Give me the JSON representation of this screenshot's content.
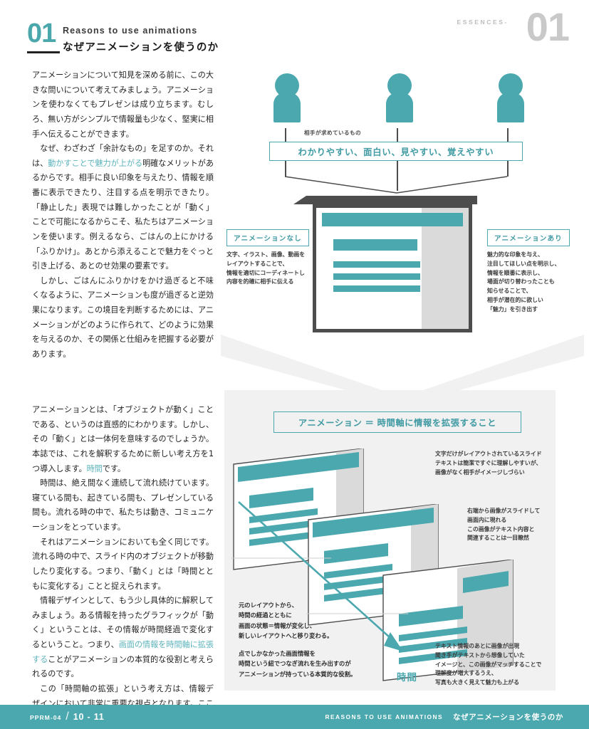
{
  "header": {
    "number": "01",
    "title_en": "Reasons to use animations",
    "title_ja": "なぜアニメーションを使うのか",
    "essences_label": "ESSENCES-",
    "essences_number": "01"
  },
  "colors": {
    "teal": "#4ba8af",
    "teal_text": "#3f9aa3",
    "highlight": "#5bb3bb",
    "dark": "#4d4d4d",
    "panel_gray": "#f1f1f1",
    "screen_gray": "#dadada",
    "essences_gray": "#c9c9c9"
  },
  "body_top": {
    "paragraphs": [
      {
        "indent": false,
        "runs": [
          {
            "text": "アニメーションについて知見を深める前に、この大きな問いについて考えてみましょう。アニメーションを使わなくてもプレゼンは成り立ちます。むしろ、無い方がシンプルで情報量も少なく、堅実に相手へ伝えることができます。",
            "highlight": false
          }
        ]
      },
      {
        "indent": true,
        "runs": [
          {
            "text": "なぜ、わざわざ「余計なもの」を足すのか。それは、",
            "highlight": false
          },
          {
            "text": "動かすことで魅力が上がる",
            "highlight": true
          },
          {
            "text": "明確なメリットがあるからです。相手に良い印象を与えたり、情報を順番に表示できたり、注目する点を明示できたり。「静止した」表現では難しかったことが「動く」ことで可能になるからこそ、私たちはアニメーションを使います。例えるなら、ごはんの上にかける「ふりかけ」。あとから添えることで魅力をぐっと引き上げる、あとのせ効果の要素です。",
            "highlight": false
          }
        ]
      },
      {
        "indent": true,
        "runs": [
          {
            "text": "しかし、ごはんにふりかけをかけ過ぎると不味くなるように、アニメーションも度が過ぎると逆効果になります。この境目を判断するためには、アニメーションがどのように作られて、どのように効果を与えるのか、その関係と仕組みを把握する必要があります。",
            "highlight": false
          }
        ]
      }
    ]
  },
  "body_bottom": {
    "paragraphs": [
      {
        "indent": false,
        "runs": [
          {
            "text": "アニメーションとは、「オブジェクトが動く」ことである、というのは直感的にわかります。しかし、その「動く」とは一体何を意味するのでしょうか。本誌では、これを解釈するために新しい考え方を1つ導入します。",
            "highlight": false
          },
          {
            "text": "時間",
            "highlight": true
          },
          {
            "text": "です。",
            "highlight": false
          }
        ]
      },
      {
        "indent": true,
        "runs": [
          {
            "text": "時間は、絶え間なく連続して流れ続けています。寝ている間も、起きている間も、プレゼンしている間も。流れる時の中で、私たちは動き、コミュニケーションをとっています。",
            "highlight": false
          }
        ]
      },
      {
        "indent": true,
        "runs": [
          {
            "text": "それはアニメーションにおいても全く同じです。流れる時の中で、スライド内のオブジェクトが移動したり変化する。つまり、「動く」とは「時間とともに変化する」ことと捉えられます。",
            "highlight": false
          }
        ]
      },
      {
        "indent": true,
        "runs": [
          {
            "text": "情報デザインとして、もう少し具体的に解釈してみましょう。ある情報を持ったグラフィックが「動く」ということは、その情報が時間経過で変化するということ。つまり、",
            "highlight": false
          },
          {
            "text": "画面の情報を時間軸に拡張する",
            "highlight": true
          },
          {
            "text": "ことがアニメーションの本質的な役割と考えられるのです。",
            "highlight": false
          }
        ]
      },
      {
        "indent": true,
        "runs": [
          {
            "text": "この「時間軸の拡張」という考え方は、情報デザインにおいて非常に重要な視点となります。ここをスタートに、本質をほぐしていきましょう。",
            "highlight": false
          }
        ]
      }
    ]
  },
  "top_diagram": {
    "caption": "相手が求めているもの",
    "banner": "わかりやすい、面白い、見やすい、覚えやすい",
    "people_count": 3
  },
  "monitor_section": {
    "left_label": "アニメーションなし",
    "left_text": "文字、イラスト、画像、動画を\nレイアウトすることで、\n情報を適切にコーディネートし\n内容を的確に相手に伝える",
    "right_label": "アニメーションあり",
    "right_text": "魅力的な印象を与え、\n注目してほしい点を明示し、\n情報を順番に表示し、\n場面が切り替わったことも\n知らせることで、\n相手が潜在的に欲しい\n「魅力」を引き出す"
  },
  "panel": {
    "title": "アニメーション ＝ 時間軸に情報を拡張すること",
    "annotation_1": "文字だけがレイアウトされているスライド\nテキストは簡潔ですぐに理解しやすいが、\n画像がなく相手がイメージしづらい",
    "annotation_2": "右端から画像がスライドして\n画面内に現れる\nこの画像がテキスト内容と\n関連することは一目瞭然",
    "annotation_3": "テキスト情報のあとに画像が出現\n聞き手がテキストから想像していた\nイメージと、この画像がマッチすることで\n理解度が増大するうえ、\n写真も大きく見えて魅力も上がる",
    "note_1": "元のレイアウトから、\n時間の経過とともに\n画面の状態＝情報が変化し、\n新しいレイアウトへと移り変わる。",
    "note_2": "点でしかなかった画面情報を\n時間という紐でつなぎ流れを生み出すのが\nアニメーションが持っている本質的な役割。",
    "time_label": "時間"
  },
  "footer": {
    "code": "PPRM-04",
    "separator": "/",
    "pages": "10 - 11",
    "title_en": "REASONS TO USE ANIMATIONS",
    "title_ja": "なぜアニメーションを使うのか"
  }
}
